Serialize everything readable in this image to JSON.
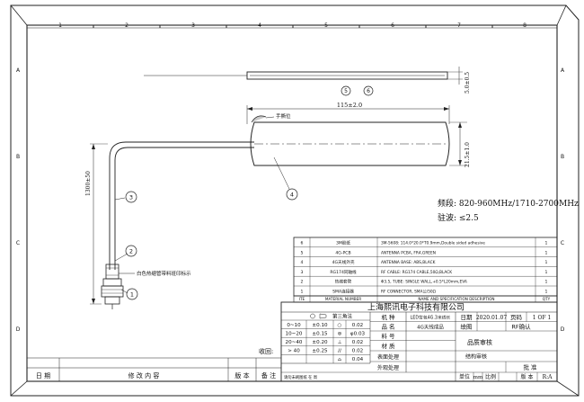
{
  "grid": {
    "columns": [
      "1",
      "2",
      "3",
      "4",
      "5",
      "6",
      "7",
      "8"
    ],
    "rows": [
      "A",
      "B",
      "C",
      "D"
    ]
  },
  "dimensions": {
    "length": "115±2.0",
    "height": "21.5±1.0",
    "top_thickness": "5.0±0.5",
    "cable_length": "1300±50"
  },
  "callouts": [
    "1",
    "2",
    "3",
    "4",
    "5",
    "6"
  ],
  "annotations": {
    "side_label": "手撕位",
    "heat_shrink": "白色热缩管带料班印标示",
    "freq": "频段: 820-960MHz/1710-2700MHz",
    "vswr": "驻波: ≤2.5"
  },
  "bom": {
    "rows": [
      {
        "no": "6",
        "name": "3M胶纸",
        "desc": "3M-5608: 114.0*20.0*T0.9mm,Double sided adhesive",
        "qty": "1"
      },
      {
        "no": "5",
        "name": "4G-PCB",
        "desc": "ANTENNA PCBA, FR4,GREEN",
        "qty": "1"
      },
      {
        "no": "4",
        "name": "4G天线外壳",
        "desc": "ANTENNA BASE: ABS,BLACK",
        "qty": "1"
      },
      {
        "no": "3",
        "name": "RG174同轴线",
        "desc": "RF CABLE: RG174 CABLE,50Ω,BLACK",
        "qty": "1"
      },
      {
        "no": "2",
        "name": "热缩套管",
        "desc": "Φ3.5, TUBE: SINGLE WALL,+0.5*L20mm,EVA",
        "qty": "1"
      },
      {
        "no": "1",
        "name": "SMA连接器",
        "desc": "RF CONNECTOR, SMA公/50Ω",
        "qty": "1"
      }
    ],
    "header": {
      "no": "ITE",
      "name": "MATERIAL NUMBER",
      "desc": "NAME AND SPECIFICATION DESCRIPTION",
      "qty": "QTY"
    }
  },
  "title_block": {
    "company": "上海熙讯电子科技有限公司",
    "angle": "第三角法",
    "tolerances": [
      {
        "range": "0~10",
        "tol": "±0.10",
        "sym": "○",
        "val": "0.02"
      },
      {
        "range": "10~20",
        "tol": "±0.15",
        "sym": "⊚",
        "val": "φ0.03"
      },
      {
        "range": "20~40",
        "tol": "±0.20",
        "sym": "⊥",
        "val": "0.02"
      },
      {
        "range": "> 40",
        "tol": "±0.25",
        "sym": "//",
        "val": "0.02"
      },
      {
        "range": "",
        "tol": "",
        "sym": "⌓",
        "val": "0.04"
      }
    ],
    "model_label": "机 种",
    "model": "LED背包4G.3米线长",
    "product_label": "品 名",
    "product": "4G天线成品",
    "part_label": "料 号",
    "part": "",
    "material_label": "材 质",
    "material": "",
    "surface_label": "表面处理",
    "surface": "",
    "appearance_label": "外观处理",
    "appearance": "",
    "date_label": "日期",
    "date": "2020.01.07",
    "page_label": "页码",
    "page": "1 OF 1",
    "draw_label": "绘图",
    "draw_val": "RF确认",
    "quality": "品质审核",
    "struct": "结构审核",
    "approve": "批 准",
    "unit_label": "单位",
    "unit": "mm",
    "scale_label": "比例",
    "version_label": "版 本",
    "version": "R:A",
    "note": "请勿未刷图纸 在 周",
    "receive": "收回:"
  },
  "revision": {
    "date": "日 期",
    "content": "修      改      内      容",
    "version": "版 本",
    "remark": "备 注"
  }
}
